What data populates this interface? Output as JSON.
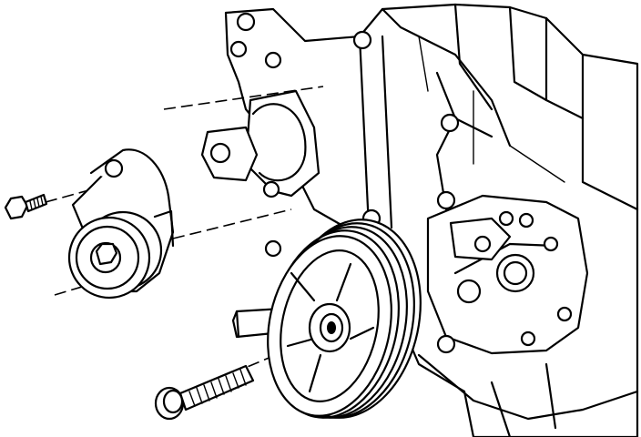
{
  "diagram": {
    "caption": "",
    "labels": []
  },
  "colors": {
    "line": "#000000",
    "background": "#ffffff"
  },
  "components": [
    {
      "id": "engine-front-cover",
      "icon": "engine-cover-outline"
    },
    {
      "id": "oil-pump-housing",
      "icon": "pump-housing"
    },
    {
      "id": "belt-tensioner",
      "icon": "tensioner-pulley"
    },
    {
      "id": "tensioner-bolt",
      "icon": "bolt-icon"
    },
    {
      "id": "crankshaft-pulley",
      "icon": "grooved-pulley"
    },
    {
      "id": "crankshaft-bolt",
      "icon": "flange-bolt-icon"
    },
    {
      "id": "holding-tool",
      "icon": "bar-tool"
    }
  ]
}
